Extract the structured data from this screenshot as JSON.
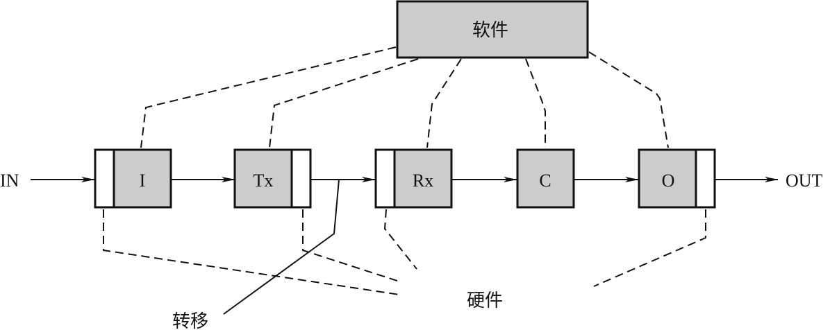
{
  "colors": {
    "stroke": "#111111",
    "block_fill": "#cccccc",
    "buffer_fill": "#ffffff",
    "background": "#ffffff"
  },
  "software": {
    "label": "软件"
  },
  "hardware": {
    "label": "硬件"
  },
  "transfer": {
    "label": "转移"
  },
  "io": {
    "input_label": "IN",
    "output_label": "OUT"
  },
  "blocks": [
    {
      "id": "I",
      "label": "I",
      "buffer": "left"
    },
    {
      "id": "Tx",
      "label": "Tx",
      "buffer": "right"
    },
    {
      "id": "Rx",
      "label": "Rx",
      "buffer": "left"
    },
    {
      "id": "C",
      "label": "C",
      "buffer": "none"
    },
    {
      "id": "O",
      "label": "O",
      "buffer": "right"
    }
  ]
}
